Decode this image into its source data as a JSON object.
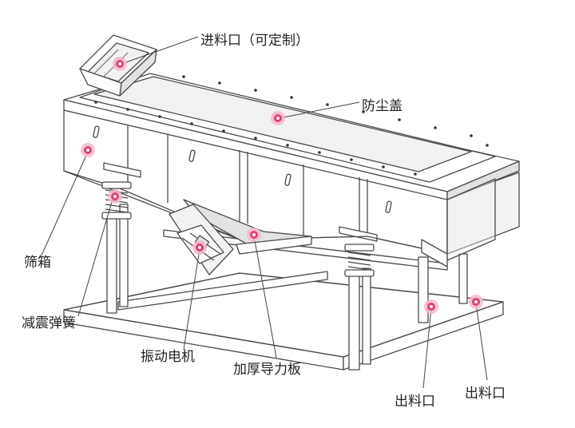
{
  "labels": {
    "inlet": "进料口（可定制）",
    "dust_cover": "防尘盖",
    "screen_box": "筛箱",
    "damping_spring": "减震弹簧",
    "vibration_motor": "振动电机",
    "guide_plate": "加厚导力板",
    "outlet_1": "出料口",
    "outlet_2": "出料口"
  },
  "colors": {
    "marker": "#e0407a",
    "marker_glow": "#f6b8cf",
    "outline": "#4a4a4a"
  }
}
